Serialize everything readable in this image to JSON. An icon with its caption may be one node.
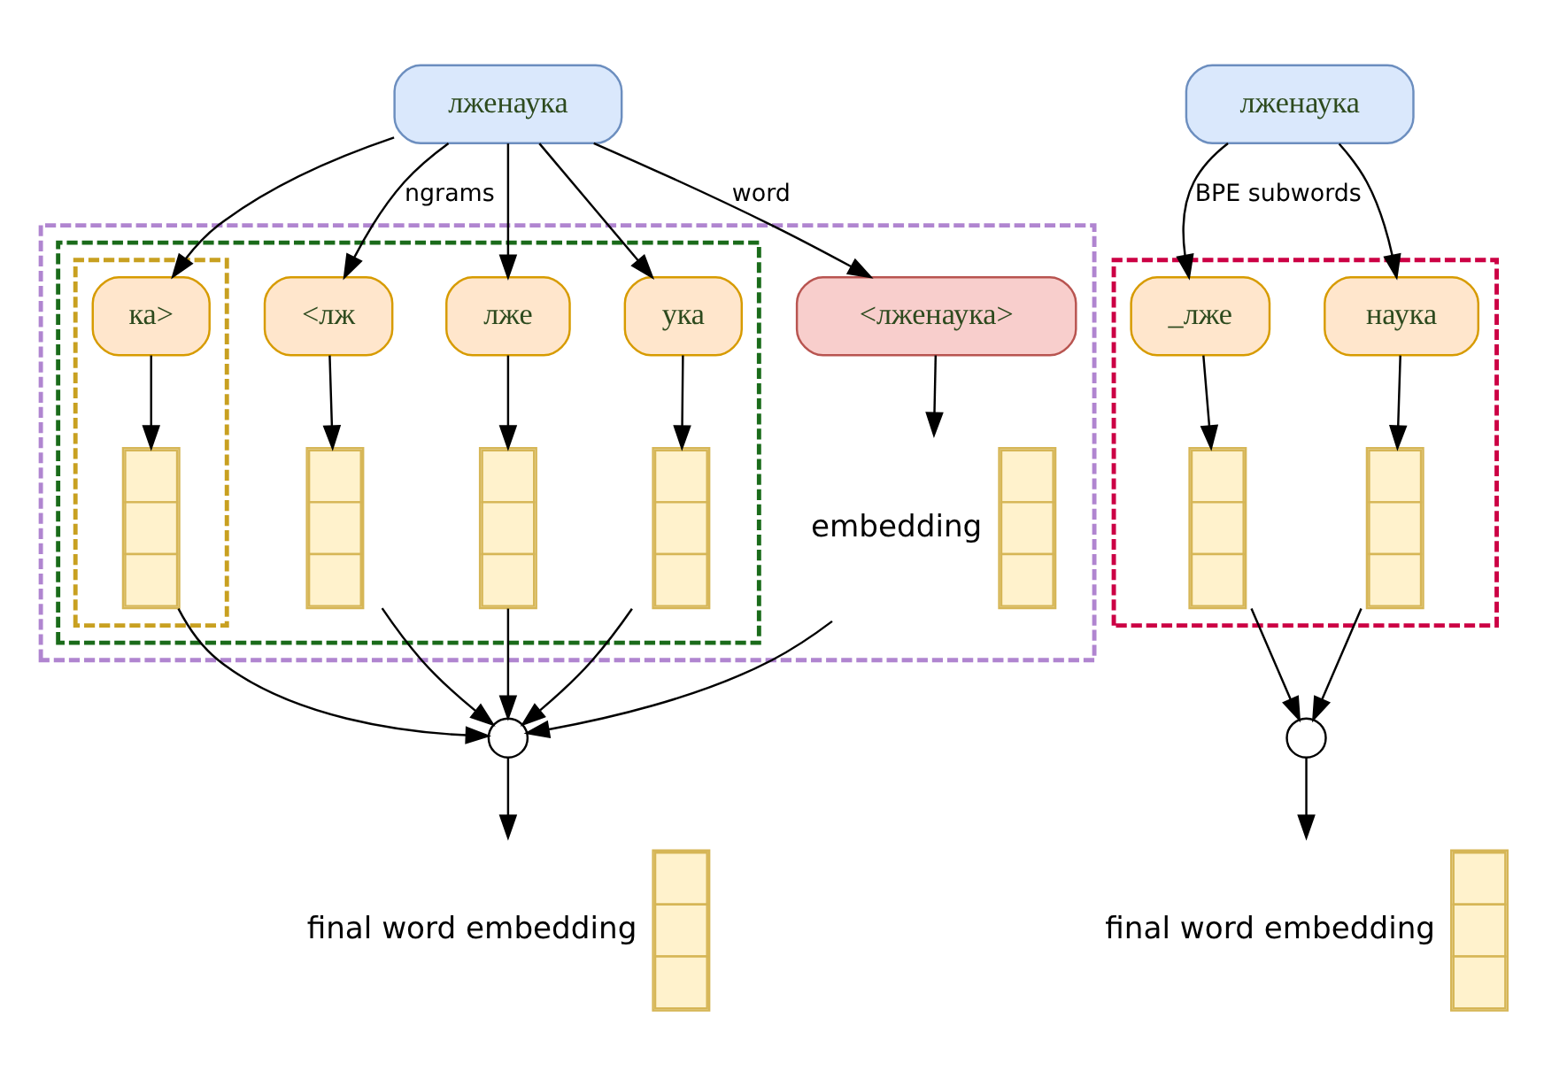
{
  "diagram": {
    "nodes": [
      {
        "text": [
          "лженаука"
        ]
      },
      {
        "text": [],
        "shape": "box"
      },
      {
        "text": [],
        "shape": "box",
        "in": 1
      },
      {
        "text": [],
        "shape": "box",
        "in": 2
      },
      {
        "text": [
          "<лженаука>"
        ],
        "in": 1
      },
      {
        "text": [
          "<лж"
        ],
        "in": 2
      },
      {
        "text": [
          "лже"
        ],
        "in": 2
      },
      {
        "text": [
          "ука"
        ],
        "in": 2
      },
      {
        "text": [
          "ка>"
        ],
        "in": 3
      },
      {
        "text": [],
        "shape": "bar",
        "in": 1,
        "beside": [
          "embedding"
        ]
      },
      {
        "text": [],
        "shape": "bar",
        "in": 2
      },
      {
        "text": [],
        "shape": "bar",
        "in": 2
      },
      {
        "text": [],
        "shape": "bar",
        "in": 2
      },
      {
        "text": [],
        "shape": "bar",
        "in": 3
      },
      {
        "text": [],
        "shape": "circle"
      },
      {
        "text": [],
        "shape": "bar",
        "beside": [
          "final word embedding"
        ]
      },
      {
        "text": [
          "лженаука"
        ]
      },
      {
        "text": [],
        "shape": "box"
      },
      {
        "text": [
          "_лже"
        ],
        "in": 17
      },
      {
        "text": [
          "наука"
        ],
        "in": 17
      },
      {
        "text": [],
        "shape": "bar",
        "in": 17
      },
      {
        "text": [],
        "shape": "bar",
        "in": 17
      },
      {
        "text": [],
        "shape": "circle"
      },
      {
        "text": [],
        "shape": "bar",
        "beside": [
          "final word embedding"
        ]
      }
    ],
    "edges": [
      {
        "from": 0,
        "to": 4,
        "arrow": "to",
        "label": "word"
      },
      {
        "from": 0,
        "to": 5,
        "arrow": "to",
        "label": "ngrams"
      },
      {
        "from": 0,
        "to": 6,
        "arrow": "to"
      },
      {
        "from": 0,
        "to": 7,
        "arrow": "to"
      },
      {
        "from": 0,
        "to": 8,
        "arrow": "to"
      },
      {
        "from": 4,
        "to": 9,
        "arrow": "to"
      },
      {
        "from": 5,
        "to": 10,
        "arrow": "to"
      },
      {
        "from": 6,
        "to": 11,
        "arrow": "to"
      },
      {
        "from": 7,
        "to": 12,
        "arrow": "to"
      },
      {
        "from": 8,
        "to": 13,
        "arrow": "to"
      },
      {
        "from": 9,
        "to": 14,
        "arrow": "to"
      },
      {
        "from": 10,
        "to": 14,
        "arrow": "to"
      },
      {
        "from": 11,
        "to": 14,
        "arrow": "to"
      },
      {
        "from": 12,
        "to": 14,
        "arrow": "to"
      },
      {
        "from": 13,
        "to": 14,
        "arrow": "to"
      },
      {
        "from": 14,
        "to": 15,
        "arrow": "to"
      },
      {
        "from": 16,
        "to": 18,
        "arrow": "to",
        "label": "BPE subwords"
      },
      {
        "from": 16,
        "to": 19,
        "arrow": "to"
      },
      {
        "from": 18,
        "to": 20,
        "arrow": "to"
      },
      {
        "from": 19,
        "to": 21,
        "arrow": "to"
      },
      {
        "from": 20,
        "to": 22,
        "arrow": "to"
      },
      {
        "from": 21,
        "to": 22,
        "arrow": "to"
      },
      {
        "from": 22,
        "to": 23,
        "arrow": "to"
      }
    ]
  }
}
